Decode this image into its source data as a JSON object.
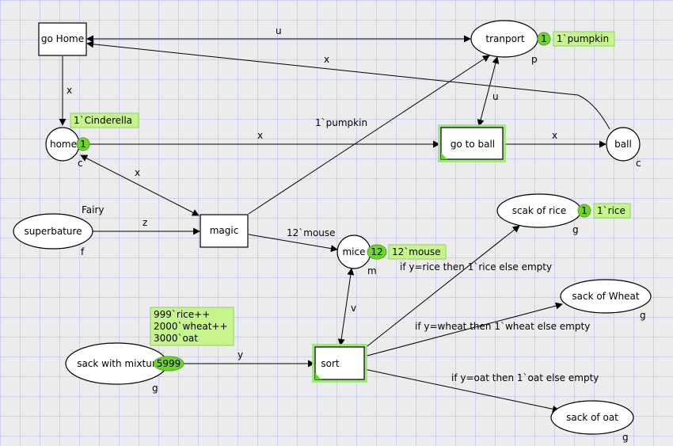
{
  "places": [
    {
      "id": "home",
      "label": "home",
      "color": "c",
      "tokens": "1"
    },
    {
      "id": "tranport",
      "label": "tranport",
      "color": "p",
      "tokens": "1"
    },
    {
      "id": "ball",
      "label": "ball",
      "color": "c",
      "tokens": ""
    },
    {
      "id": "superbature",
      "label": "superbature",
      "color": "f",
      "tokens": ""
    },
    {
      "id": "mice",
      "label": "mice",
      "color": "m",
      "tokens": "12"
    },
    {
      "id": "scak_of_rice",
      "label": "scak of rice",
      "color": "g",
      "tokens": "1"
    },
    {
      "id": "sack_of_wheat",
      "label": "sack of Wheat",
      "color": "g",
      "tokens": ""
    },
    {
      "id": "sack_with_mixture",
      "label": "sack with mixtur",
      "color": "g",
      "tokens": "5999"
    },
    {
      "id": "sack_of_oat",
      "label": "sack of oat",
      "color": "g",
      "tokens": ""
    }
  ],
  "transitions": [
    {
      "id": "go_home",
      "label": "go Home",
      "enabled": false
    },
    {
      "id": "go_to_ball",
      "label": "go to ball",
      "enabled": true
    },
    {
      "id": "magic",
      "label": "magic",
      "enabled": false
    },
    {
      "id": "sort",
      "label": "sort",
      "enabled": true
    }
  ],
  "markings": [
    {
      "place": "home",
      "lines": [
        "1`Cinderella"
      ]
    },
    {
      "place": "tranport",
      "lines": [
        "1`pumpkin"
      ]
    },
    {
      "place": "mice",
      "lines": [
        "12`mouse"
      ]
    },
    {
      "place": "scak_of_rice",
      "lines": [
        "1`rice"
      ]
    },
    {
      "place": "sack_with_mixture",
      "lines": [
        "999`rice++",
        "2000`wheat++",
        "3000`oat"
      ]
    }
  ],
  "arc_labels": {
    "gohome_tranport": "u",
    "ball_gohome": "x",
    "gohome_home": "x",
    "home_gotoball": "x",
    "gotoball_ball": "x",
    "tranport_gotoball": "u",
    "magic_tranport": "1`pumpkin",
    "home_magic": "x",
    "superbature_magic": "z",
    "magic_mice": "12`mouse",
    "mice_sort": "v",
    "mixture_sort": "y",
    "sort_rice": "if y=rice then 1`rice else empty",
    "sort_wheat": "if y=wheat then 1`wheat else empty",
    "sort_oat": "if y=oat then 1`oat else empty"
  },
  "extra_labels": {
    "superbature_name": "Fairy"
  },
  "colors": {
    "token_fill": "#6ed42f",
    "marking_fill": "#c6f58e",
    "enabled_border": "#8ee06a",
    "grid": "#c8d0ee",
    "background": "#ececec"
  }
}
